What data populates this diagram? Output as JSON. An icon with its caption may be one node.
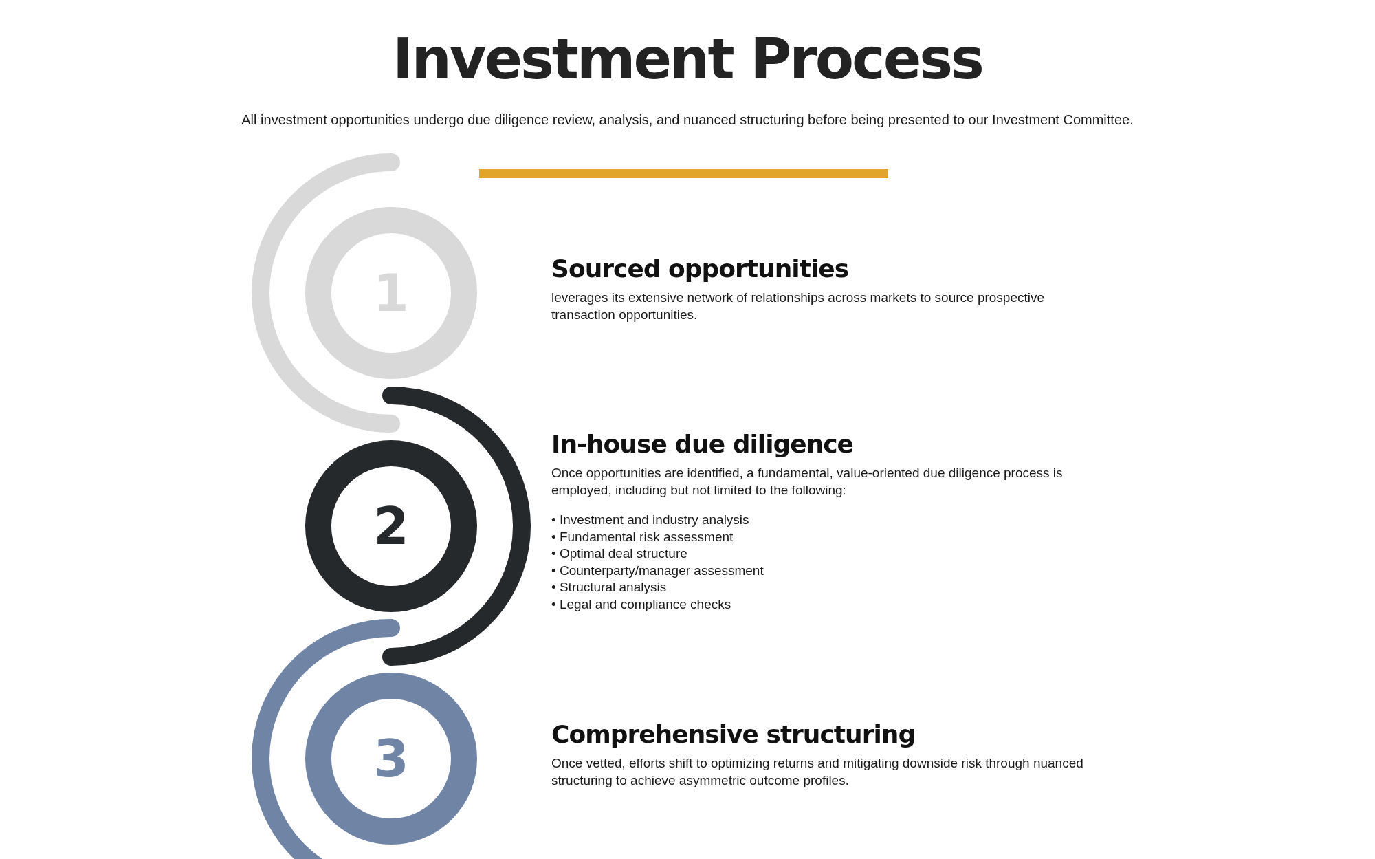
{
  "diagram": {
    "title": "Investment Process",
    "caption": "All investment opportunities undergo due diligence review, analysis, and nuanced structuring before being presented to our Investment Committee.",
    "nodes": [
      {
        "text": [
          "1"
        ],
        "beside": [
          "Sourced opportunities",
          "leverages its extensive network of relationships across markets to source prospective transaction opportunities."
        ]
      },
      {
        "text": [
          "2"
        ],
        "beside": [
          "In-house due diligence",
          "Once opportunities are identified, a fundamental, value-oriented due diligence process is employed, including but not limited to the following:",
          "• Investment and industry analysis",
          "• Fundamental risk assessment",
          "• Optimal deal structure",
          "• Counterparty/manager assessment",
          "• Structural analysis",
          "• Legal and compliance checks"
        ]
      },
      {
        "text": [
          "3"
        ],
        "beside": [
          "Comprehensive structuring",
          "Once vetted, efforts shift to optimizing returns and mitigating downside risk through nuanced structuring to achieve asymmetric outcome profiles."
        ]
      }
    ]
  }
}
